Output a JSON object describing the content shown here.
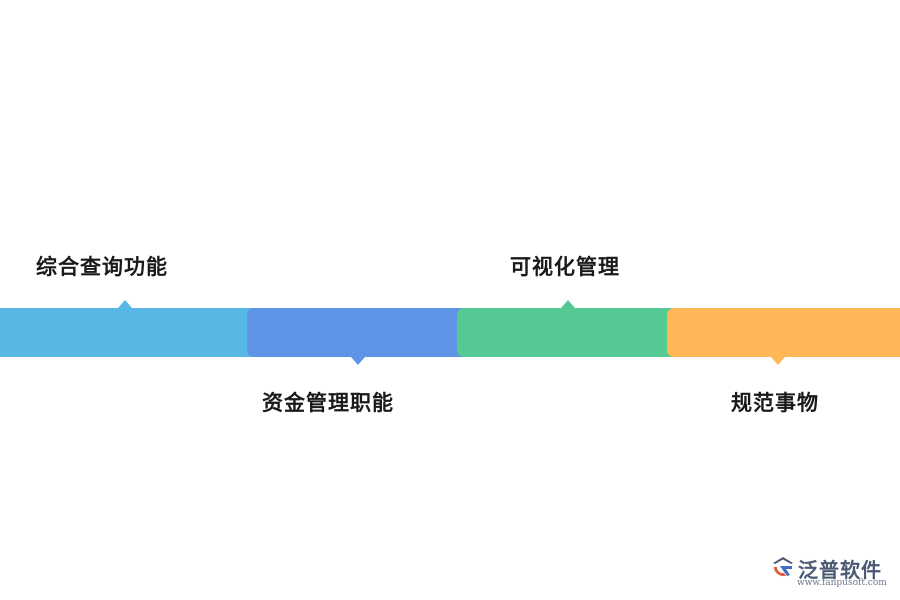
{
  "stages": [
    {
      "label": "综合查询功能",
      "color": "#57b8e6",
      "pointer": "up"
    },
    {
      "label": "资金管理职能",
      "color": "#5f93e5",
      "pointer": "down"
    },
    {
      "label": "可视化管理",
      "color": "#54c993",
      "pointer": "up"
    },
    {
      "label": "规范事物",
      "color": "#ffb757",
      "pointer": "down"
    }
  ],
  "logo": {
    "name": "泛普软件",
    "url": "www.fanpusoft.com",
    "icon": "fanpu-logo-icon"
  }
}
